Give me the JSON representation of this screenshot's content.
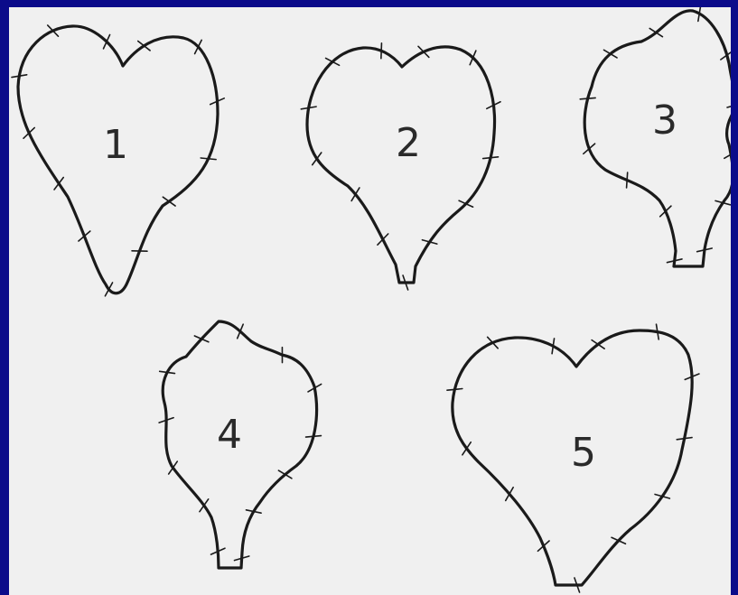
{
  "colors": {
    "border": "#0b0b8a",
    "paper": "#f0f0f0",
    "ink": "#1a1a1a"
  },
  "shapes": [
    {
      "id": "leaf-1",
      "label": "1"
    },
    {
      "id": "leaf-2",
      "label": "2"
    },
    {
      "id": "leaf-3",
      "label": "3"
    },
    {
      "id": "leaf-4",
      "label": "4"
    },
    {
      "id": "leaf-5",
      "label": "5"
    }
  ]
}
